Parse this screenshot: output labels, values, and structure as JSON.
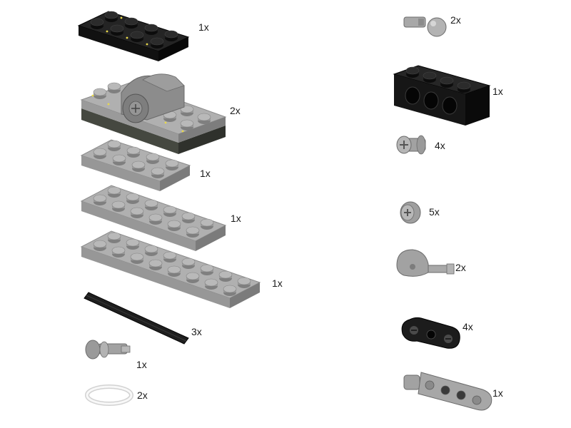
{
  "inventory": {
    "left_column": [
      {
        "part": "black-plate-2x4",
        "quantity": "1x"
      },
      {
        "part": "gray-plate-2x6-with-turntable-hinge",
        "quantity": "2x"
      },
      {
        "part": "gray-plate-2x4",
        "quantity": "1x"
      },
      {
        "part": "gray-plate-2x6",
        "quantity": "1x"
      },
      {
        "part": "gray-plate-2x8",
        "quantity": "1x"
      },
      {
        "part": "black-axle",
        "quantity": "3x"
      },
      {
        "part": "gray-pin-with-bush",
        "quantity": "1x"
      },
      {
        "part": "white-rubber-band",
        "quantity": "2x"
      }
    ],
    "right_column": [
      {
        "part": "gray-ball-joint-pin",
        "quantity": "2x"
      },
      {
        "part": "black-technic-brick-1x4",
        "quantity": "1x"
      },
      {
        "part": "gray-axle-pin",
        "quantity": "4x"
      },
      {
        "part": "gray-bush",
        "quantity": "5x"
      },
      {
        "part": "gray-cam-axle",
        "quantity": "2x"
      },
      {
        "part": "black-liftarm-1x3-thin",
        "quantity": "4x"
      },
      {
        "part": "gray-liftarm-with-pin-1x4",
        "quantity": "1x"
      }
    ]
  },
  "colors": {
    "black_part": "#1c1c1c",
    "gray_part": "#a7a7a7",
    "dark_gray_base": "#5c5f56",
    "stud_highlight": "#e8d84a",
    "white_part": "#f4f4f4"
  }
}
